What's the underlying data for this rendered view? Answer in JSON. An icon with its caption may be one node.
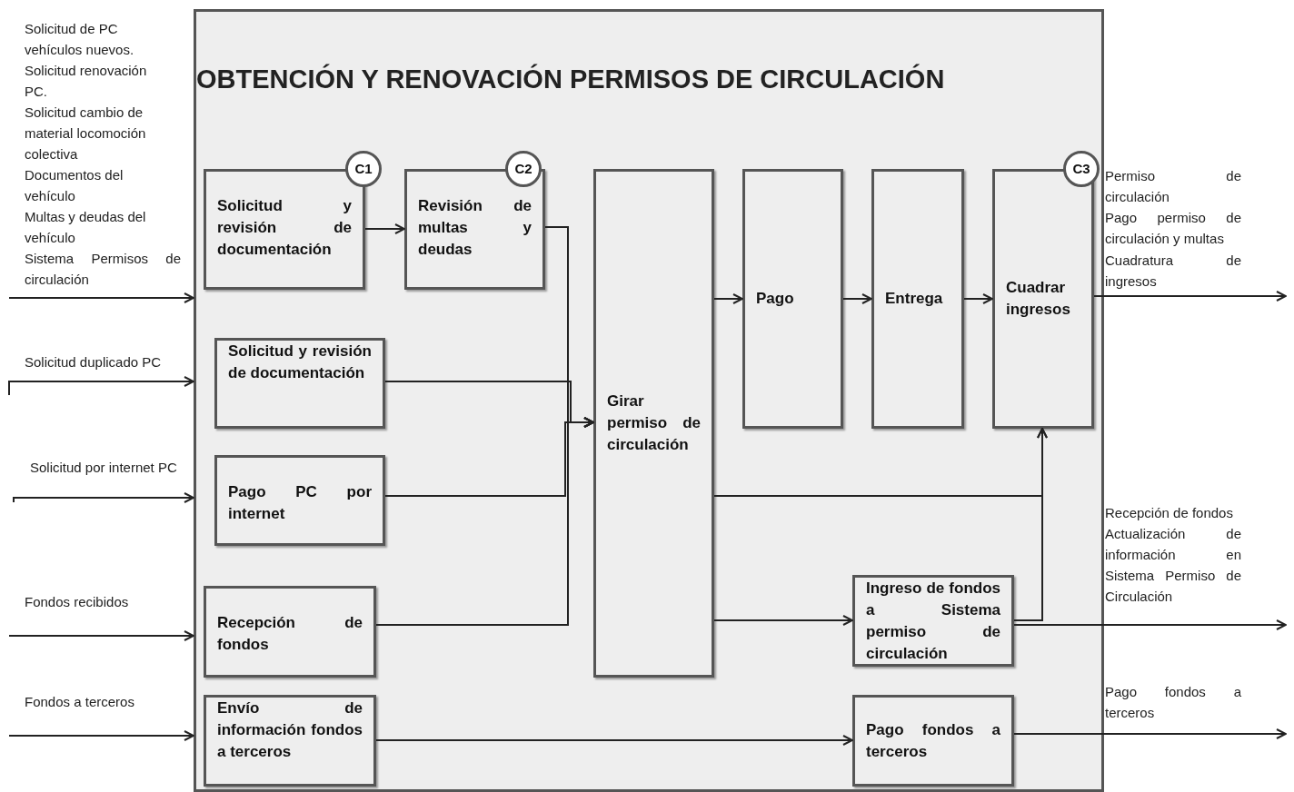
{
  "diagram": {
    "nodes": [
      {
        "text": [
          "OBTENCIÓN Y RENOVACIÓN PERMISOS DE CIRCULACIÓN"
        ]
      },
      {
        "text": [
          "Solicitud y revisión de documentación"
        ],
        "in": 0
      },
      {
        "text": [
          "C1"
        ],
        "in": 0
      },
      {
        "text": [
          "Revisión de multas y deudas"
        ],
        "in": 0
      },
      {
        "text": [
          "C2"
        ],
        "in": 0
      },
      {
        "text": [
          "Girar permiso de circulación"
        ],
        "in": 0
      },
      {
        "text": [
          "Pago"
        ],
        "in": 0
      },
      {
        "text": [
          "Entrega"
        ],
        "in": 0
      },
      {
        "text": [
          "Cuadrar ingresos"
        ],
        "in": 0
      },
      {
        "text": [
          "C3"
        ],
        "in": 0
      },
      {
        "text": [
          "Solicitud y revisión de documentación"
        ],
        "in": 0
      },
      {
        "text": [
          "Pago PC por internet"
        ],
        "in": 0
      },
      {
        "text": [
          "Recepción de fondos"
        ],
        "in": 0
      },
      {
        "text": [
          "Ingreso de fondos a Sistema permiso de circulación"
        ],
        "in": 0
      },
      {
        "text": [
          "Envío de información fondos a terceros"
        ],
        "in": 0
      },
      {
        "text": [
          "Pago fondos a terceros"
        ],
        "in": 0
      }
    ],
    "edges": [
      {
        "from": null,
        "to": 0,
        "arrow": "to"
      },
      {
        "from": null,
        "to": 0,
        "arrow": "to"
      },
      {
        "from": null,
        "to": 0,
        "arrow": "to"
      },
      {
        "from": null,
        "to": 0,
        "arrow": "to"
      },
      {
        "from": null,
        "to": 0,
        "arrow": "to"
      },
      {
        "from": 1,
        "to": 3,
        "arrow": "to"
      },
      {
        "from": 3,
        "to": 5,
        "arrow": "to"
      },
      {
        "from": 10,
        "to": 5,
        "arrow": "to"
      },
      {
        "from": 11,
        "to": 5,
        "arrow": "to"
      },
      {
        "from": 12,
        "to": 5,
        "arrow": "to"
      },
      {
        "from": 5,
        "to": 6,
        "arrow": "to"
      },
      {
        "from": 6,
        "to": 7,
        "arrow": "to"
      },
      {
        "from": 7,
        "to": 8,
        "arrow": "to"
      },
      {
        "from": 5,
        "to": 8,
        "arrow": "to"
      },
      {
        "from": 5,
        "to": 13,
        "arrow": "to"
      },
      {
        "from": 13,
        "to": 8,
        "arrow": "to"
      },
      {
        "from": 13,
        "to": null,
        "arrow": "to"
      },
      {
        "from": 14,
        "to": 15,
        "arrow": "to"
      },
      {
        "from": 8,
        "to": null,
        "arrow": "to"
      },
      {
        "from": 15,
        "to": null,
        "arrow": "to"
      }
    ],
    "labels": [
      "Solicitud de PC vehículos nuevos.",
      "Solicitud renovación PC.",
      "Solicitud cambio de material locomoción colectiva",
      "Documentos del vehículo",
      "Multas y deudas del vehículo",
      "Sistema Permisos de circulación",
      "Solicitud duplicado PC",
      "Solicitud por internet PC",
      "Fondos recibidos",
      "Fondos a terceros",
      "Permiso de circulación",
      "Pago permiso de circulación y multas",
      "Cuadratura de ingresos",
      "Recepción de fondos",
      "Actualización de información en Sistema Permiso de Circulación",
      "Pago fondos a terceros"
    ]
  }
}
